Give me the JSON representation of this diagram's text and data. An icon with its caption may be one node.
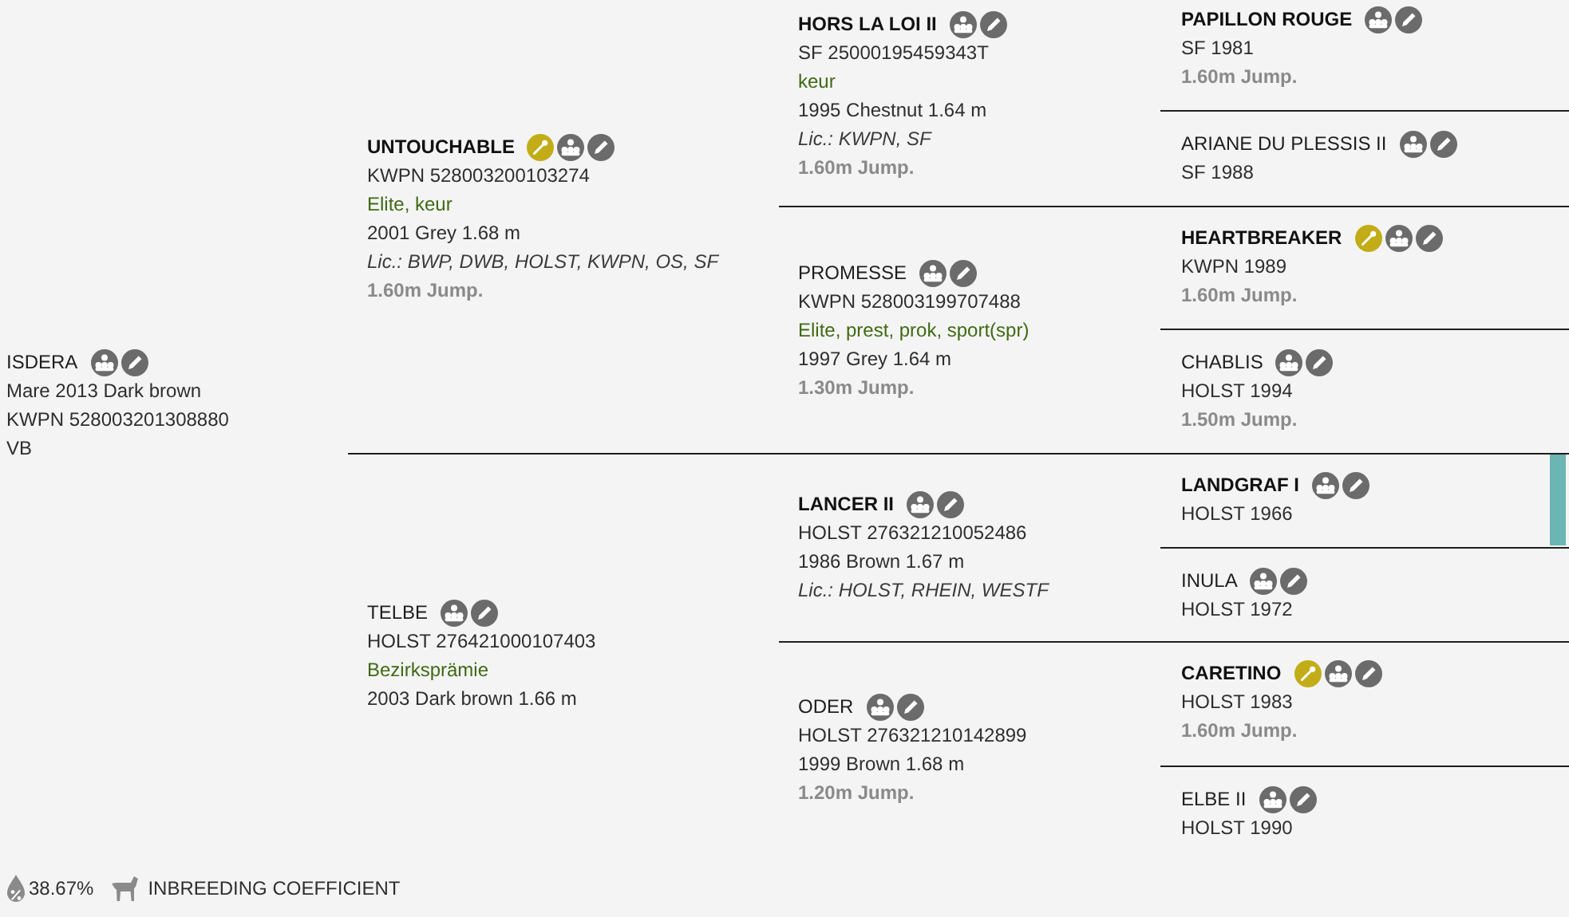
{
  "diagram": {
    "nodes": [
      {
        "text": [
          "ISDERA",
          "Mare 2013 Dark brown",
          "KWPN 528003201308880",
          "VB"
        ]
      },
      {
        "text": [
          "UNTOUCHABLE",
          "KWPN 528003200103274",
          "Elite, keur",
          "2001 Grey 1.68 m",
          "Lic.: BWP, DWB, HOLST, KWPN, OS, SF",
          "1.60m Jump."
        ]
      },
      {
        "text": [
          "TELBE",
          "HOLST 276421000107403",
          "Bezirksprämie",
          "2003 Dark brown 1.66 m"
        ]
      },
      {
        "text": [
          "HORS LA LOI II",
          "SF 25000195459343T",
          "keur",
          "1995 Chestnut 1.64 m",
          "Lic.: KWPN, SF",
          "1.60m Jump."
        ]
      },
      {
        "text": [
          "PROMESSE",
          "KWPN 528003199707488",
          "Elite, prest, prok, sport(spr)",
          "1997 Grey 1.64 m",
          "1.30m Jump."
        ]
      },
      {
        "text": [
          "LANCER II",
          "HOLST 276321210052486",
          "1986 Brown 1.67 m",
          "Lic.: HOLST, RHEIN, WESTF"
        ]
      },
      {
        "text": [
          "ODER",
          "HOLST 276321210142899",
          "1999 Brown 1.68 m",
          "1.20m Jump."
        ]
      },
      {
        "text": [
          "PAPILLON ROUGE",
          "SF 1981",
          "1.60m Jump."
        ]
      },
      {
        "text": [
          "ARIANE DU PLESSIS II",
          "SF 1988"
        ]
      },
      {
        "text": [
          "HEARTBREAKER",
          "KWPN 1989",
          "1.60m Jump."
        ]
      },
      {
        "text": [
          "CHABLIS",
          "HOLST 1994",
          "1.50m Jump."
        ]
      },
      {
        "text": [
          "LANDGRAF I",
          "HOLST 1966"
        ]
      },
      {
        "text": [
          "INULA",
          "HOLST 1972"
        ]
      },
      {
        "text": [
          "CARETINO",
          "HOLST 1983",
          "1.60m Jump."
        ]
      },
      {
        "text": [
          "ELBE II",
          "HOLST 1990"
        ]
      }
    ],
    "labels": [
      "38.67%",
      "INBREEDING COEFFICIENT"
    ]
  }
}
